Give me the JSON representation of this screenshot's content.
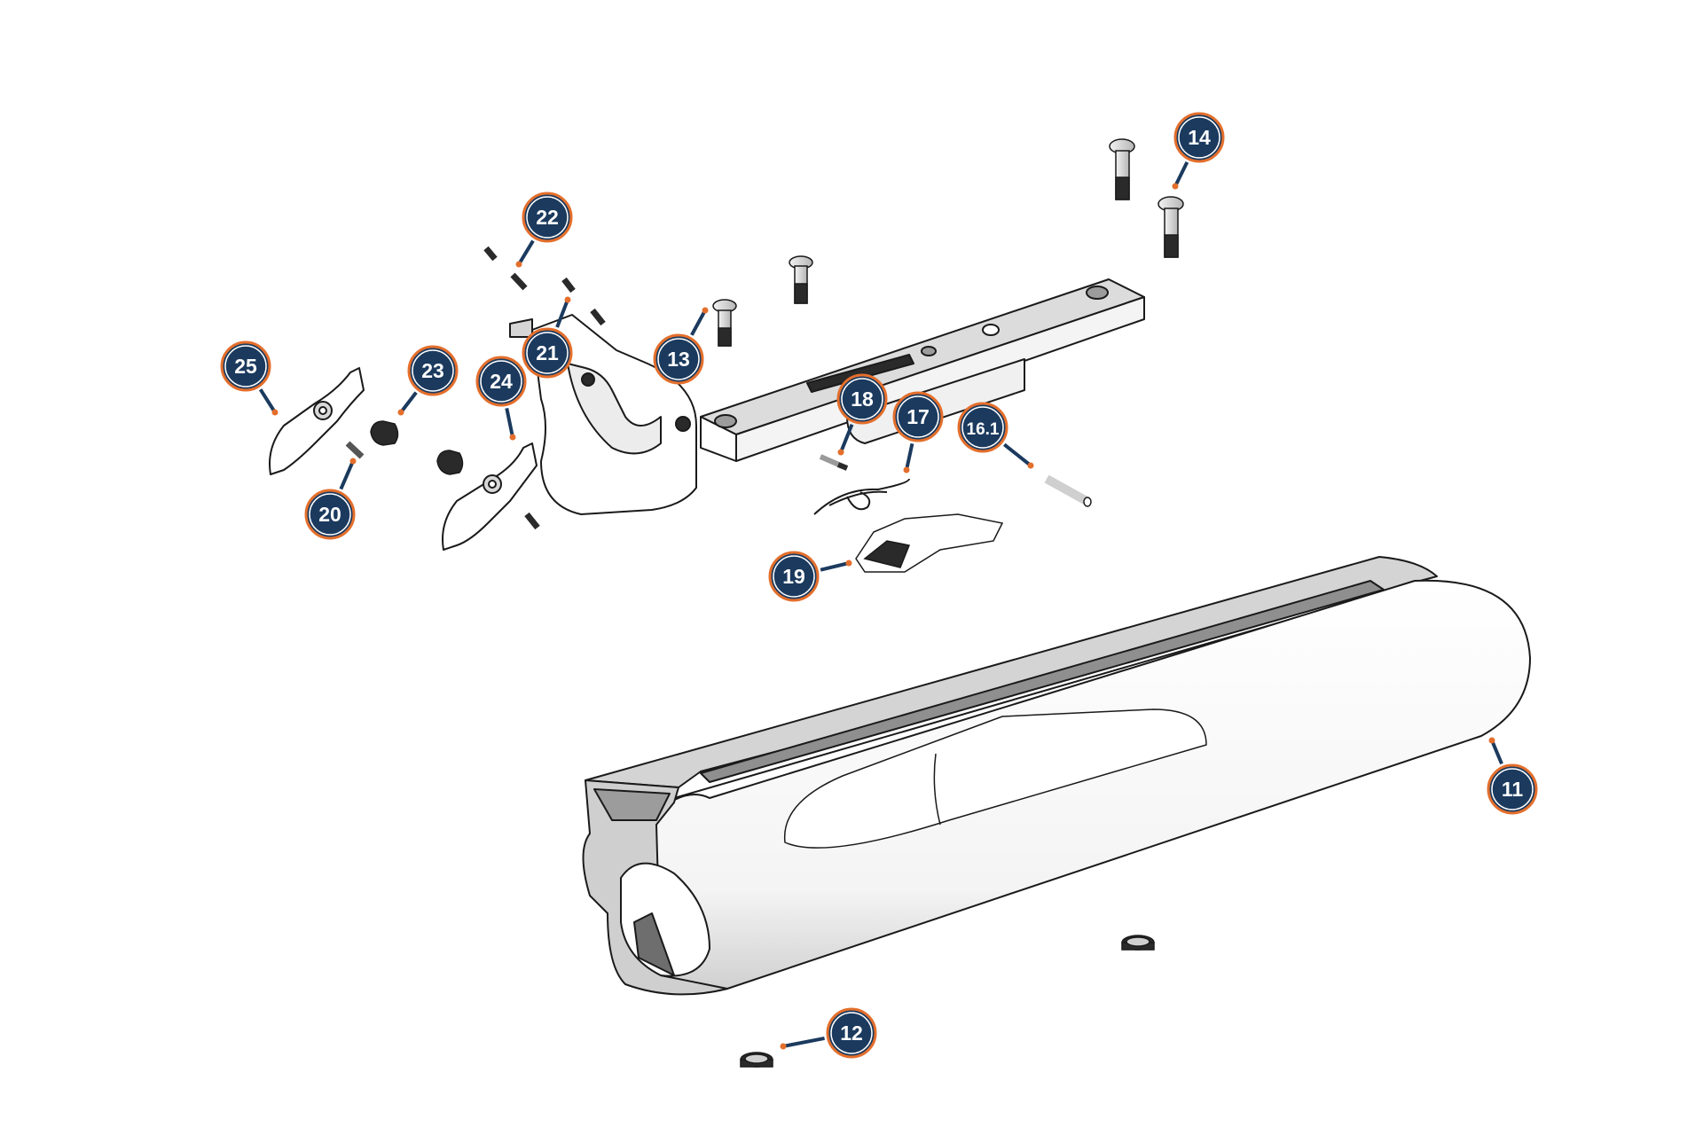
{
  "colors": {
    "badge_fill": "#1b3a5e",
    "badge_ring": "#e46f2c",
    "leader": "#1b3a5e",
    "leader_dot": "#e46f2c",
    "part_stroke": "#1a1a1a",
    "part_fill": "#ffffff",
    "part_shade": "#d9d9d9",
    "part_dark": "#2a2a2a"
  },
  "callouts": [
    {
      "id": "c11",
      "label": "11"
    },
    {
      "id": "c12",
      "label": "12"
    },
    {
      "id": "c13",
      "label": "13"
    },
    {
      "id": "c14",
      "label": "14"
    },
    {
      "id": "c161",
      "label": "16.1"
    },
    {
      "id": "c17",
      "label": "17"
    },
    {
      "id": "c18",
      "label": "18"
    },
    {
      "id": "c19",
      "label": "19"
    },
    {
      "id": "c20",
      "label": "20"
    },
    {
      "id": "c21",
      "label": "21"
    },
    {
      "id": "c22",
      "label": "22"
    },
    {
      "id": "c23",
      "label": "23"
    },
    {
      "id": "c24",
      "label": "24"
    },
    {
      "id": "c25",
      "label": "25"
    }
  ]
}
